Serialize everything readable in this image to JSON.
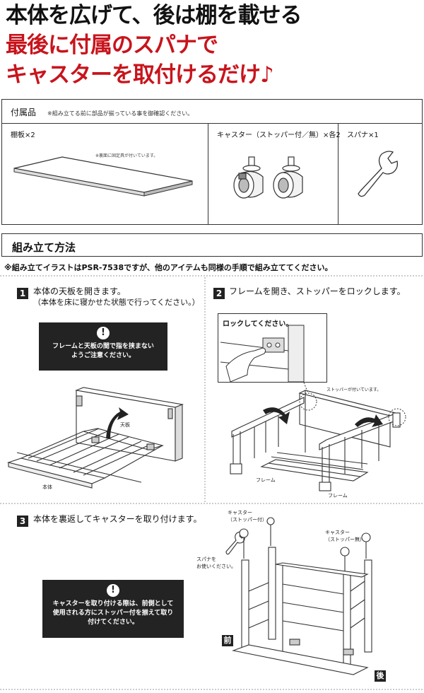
{
  "headline": {
    "line1": "本体を広げて、後は棚を載せる",
    "line2": "最後に付属のスパナで",
    "line3": "キャスターを取付けるだけ♪"
  },
  "accessories": {
    "title": "付属品",
    "note": "※組み立てる前に部品が揃っている事を御確認ください。",
    "shelf_label": "棚板×2",
    "shelf_note": "※裏面に固定具が付いています。",
    "caster_label": "キャスター（ストッパー付／無）×各2",
    "spanner_label": "スパナ×1"
  },
  "assembly": {
    "title": "組み立て方法",
    "note": "※組み立てイラストはPSR-7538ですが、他のアイテムも同様の手順で組み立ててください。",
    "step1": {
      "num": "1",
      "text1": "本体の天板を開きます。",
      "text2": "（本体を床に寝かせた状態で行ってください。）",
      "warn_line1": "フレームと天板の間で指を挟まない",
      "warn_line2": "ようご注意ください。",
      "label_top": "天板",
      "label_body": "本体"
    },
    "step2": {
      "num": "2",
      "text": "フレームを開き、ストッパーをロックします。",
      "lock_label": "ロックしてください。",
      "stopper_label": "ストッパーが付いています。",
      "frame_left": "フレーム",
      "frame_right": "フレーム"
    },
    "step3": {
      "num": "3",
      "text": "本体を裏返してキャスターを取り付けます。",
      "caster_with": "キャスター\n（ストッパー付）",
      "caster_without": "キャスター\n（ストッパー無）",
      "spanner_note": "スパナを\nお使いください。",
      "warn_line1": "キャスターを取り付ける際は、前側として",
      "warn_line2": "使用される方にストッパー付を揃えて取り",
      "warn_line3": "付けてください。",
      "front": "前",
      "back": "後"
    }
  },
  "excl_symbol": "!"
}
